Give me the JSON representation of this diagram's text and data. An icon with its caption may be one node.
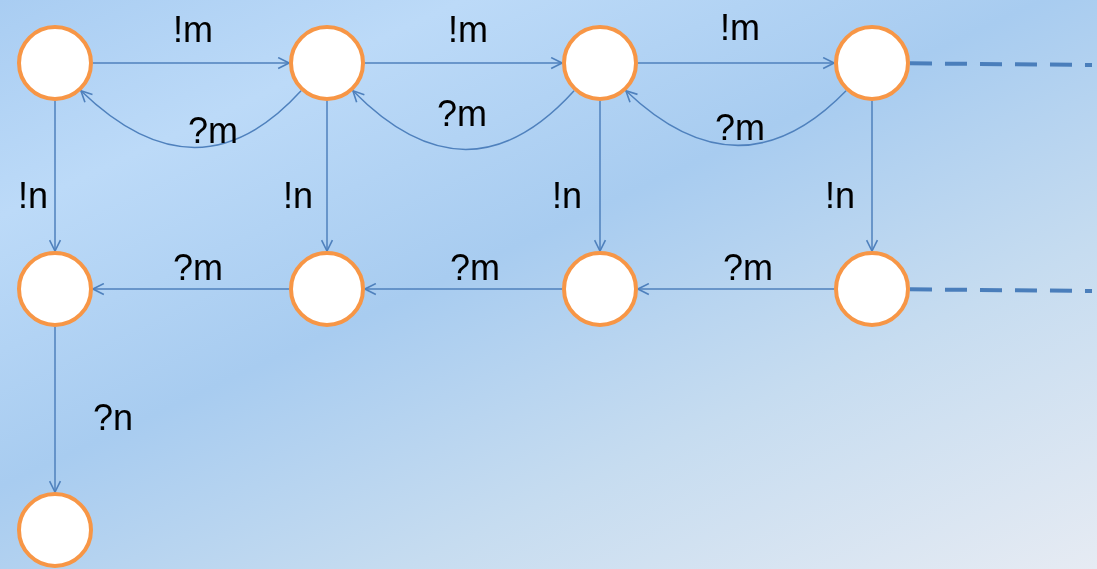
{
  "diagram": {
    "nodes": [
      {
        "text": [],
        "shape": "circle"
      },
      {
        "text": [],
        "shape": "circle"
      },
      {
        "text": [],
        "shape": "circle"
      },
      {
        "text": [],
        "shape": "circle"
      },
      {
        "text": [],
        "shape": "circle"
      },
      {
        "text": [],
        "shape": "circle"
      },
      {
        "text": [],
        "shape": "circle"
      },
      {
        "text": [],
        "shape": "circle"
      },
      {
        "text": [],
        "shape": "circle"
      }
    ],
    "edges": [
      {
        "from": 0,
        "to": 1,
        "arrow": "to",
        "label": "!m"
      },
      {
        "from": 1,
        "to": 2,
        "arrow": "to",
        "label": "!m"
      },
      {
        "from": 2,
        "to": 3,
        "arrow": "to",
        "label": "!m"
      },
      {
        "from": 1,
        "to": 0,
        "arrow": "to",
        "label": "?m"
      },
      {
        "from": 2,
        "to": 1,
        "arrow": "to",
        "label": "?m"
      },
      {
        "from": 3,
        "to": 2,
        "arrow": "to",
        "label": "?m"
      },
      {
        "from": 0,
        "to": 4,
        "arrow": "to",
        "label": "!n"
      },
      {
        "from": 1,
        "to": 5,
        "arrow": "to",
        "label": "!n"
      },
      {
        "from": 2,
        "to": 6,
        "arrow": "to",
        "label": "!n"
      },
      {
        "from": 3,
        "to": 7,
        "arrow": "to",
        "label": "!n"
      },
      {
        "from": 5,
        "to": 4,
        "arrow": "to",
        "label": "?m"
      },
      {
        "from": 6,
        "to": 5,
        "arrow": "to",
        "label": "?m"
      },
      {
        "from": 7,
        "to": 6,
        "arrow": "to",
        "label": "?m"
      },
      {
        "from": 4,
        "to": 8,
        "arrow": "to",
        "label": "?n"
      },
      {
        "from": 3,
        "to": null,
        "arrow": "none",
        "style": "dashed",
        "color": "#4a7ebb"
      },
      {
        "from": 7,
        "to": null,
        "arrow": "none",
        "style": "dashed",
        "color": "#4a7ebb"
      }
    ]
  }
}
